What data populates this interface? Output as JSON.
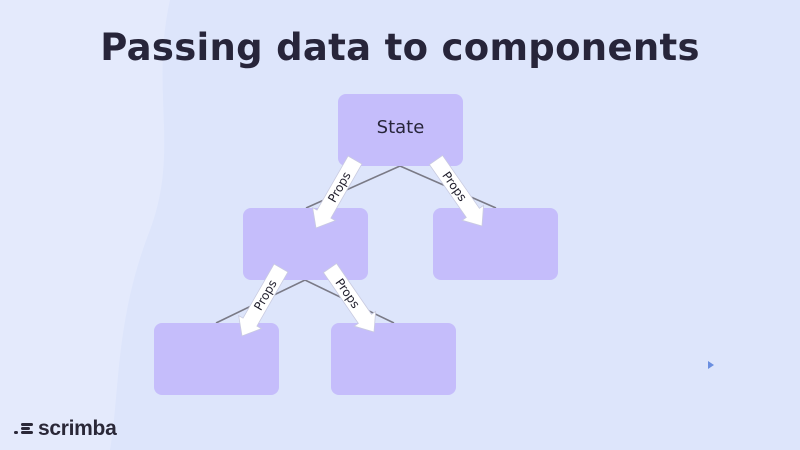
{
  "slide": {
    "title": "Passing data to components",
    "logo_text": "scrimba"
  },
  "diagram": {
    "nodes": [
      {
        "id": "state",
        "label": "State"
      },
      {
        "id": "child-left",
        "label": ""
      },
      {
        "id": "child-right",
        "label": ""
      },
      {
        "id": "grandchild-left",
        "label": ""
      },
      {
        "id": "grandchild-right",
        "label": ""
      }
    ],
    "edges": [
      {
        "from": "state",
        "to": "child-left",
        "label": "Props"
      },
      {
        "from": "state",
        "to": "child-right",
        "label": "Props"
      },
      {
        "from": "child-left",
        "to": "grandchild-left",
        "label": "Props"
      },
      {
        "from": "child-left",
        "to": "grandchild-right",
        "label": "Props"
      }
    ]
  },
  "colors": {
    "background": "#dde5fb",
    "node_fill": "#c5bdfb",
    "text": "#27253a",
    "connector": "#7a7a86",
    "arrow_fill": "#ffffff"
  }
}
